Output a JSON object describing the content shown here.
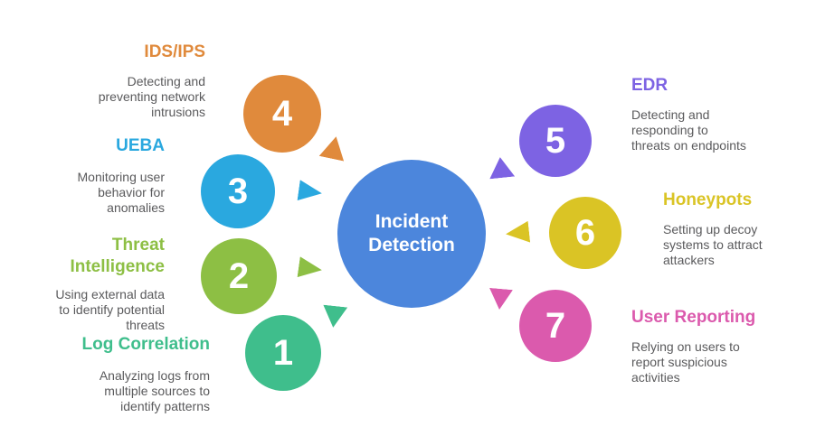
{
  "diagram": {
    "title_context": "Incident Detection methods infographic",
    "center": {
      "label": "Incident\nDetection",
      "color": "#4c86dc"
    },
    "items": [
      {
        "number": "1",
        "title": "Log Correlation",
        "description": "Analyzing logs from\nmultiple sources to\nidentify patterns",
        "color": "#3fbe8c",
        "side": "left"
      },
      {
        "number": "2",
        "title": "Threat\nIntelligence",
        "description": "Using external data\nto identify potential\nthreats",
        "color": "#8dbf44",
        "side": "left"
      },
      {
        "number": "3",
        "title": "UEBA",
        "description": "Monitoring user\nbehavior for\nanomalies",
        "color": "#2aa8df",
        "side": "left"
      },
      {
        "number": "4",
        "title": "IDS/IPS",
        "description": "Detecting and\npreventing network\nintrusions",
        "color": "#e08a3c",
        "side": "left"
      },
      {
        "number": "5",
        "title": "EDR",
        "description": "Detecting and\nresponding to\nthreats on endpoints",
        "color": "#7d63e3",
        "side": "right"
      },
      {
        "number": "6",
        "title": "Honeypots",
        "description": "Setting up decoy\nsystems to attract\nattackers",
        "color": "#dac425",
        "side": "right"
      },
      {
        "number": "7",
        "title": "User Reporting",
        "description": "Relying on users to\nreport suspicious\nactivities",
        "color": "#db5aad",
        "side": "right"
      }
    ],
    "background_color": "#ffffff",
    "description_text_color": "#5a5a5c"
  }
}
